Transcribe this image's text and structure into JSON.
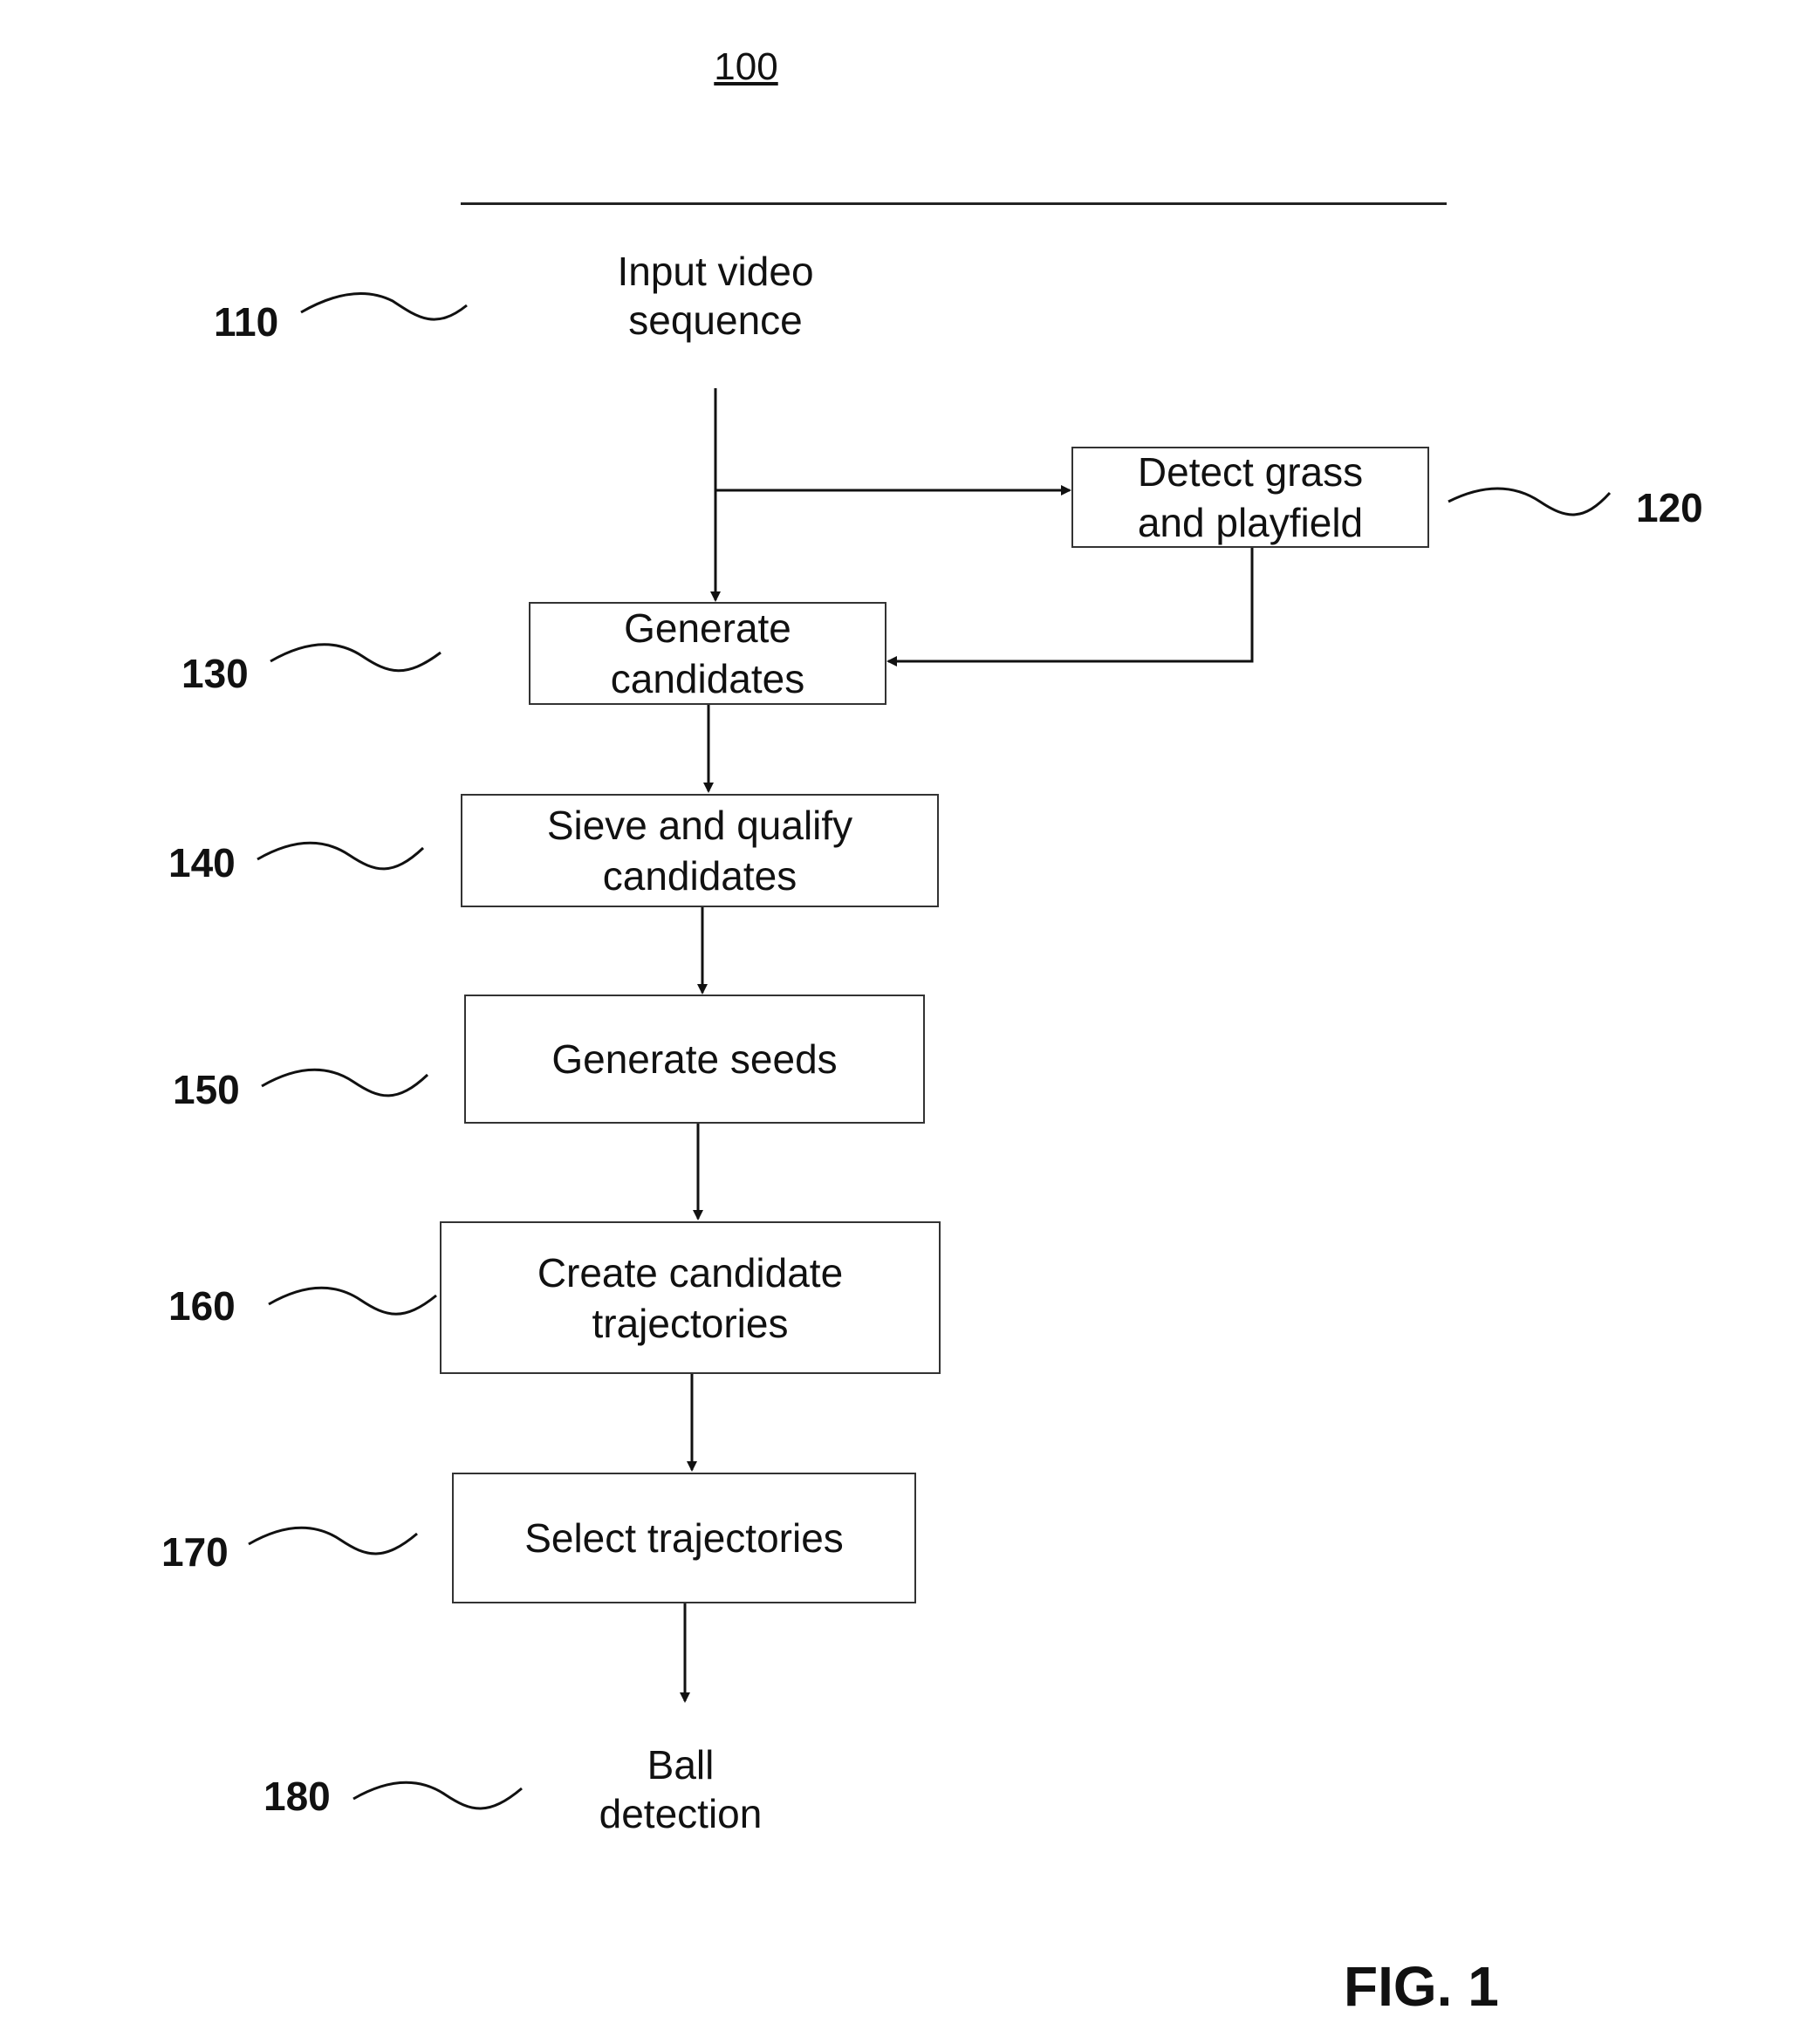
{
  "figure_number": "100",
  "figure_label": "FIG. 1",
  "steps": {
    "s110": {
      "ref": "110",
      "text": "Input video\nsequence"
    },
    "s120": {
      "ref": "120",
      "text": "Detect grass\nand playfield"
    },
    "s130": {
      "ref": "130",
      "text": "Generate\ncandidates"
    },
    "s140": {
      "ref": "140",
      "text": "Sieve and qualify\ncandidates"
    },
    "s150": {
      "ref": "150",
      "text": "Generate seeds"
    },
    "s160": {
      "ref": "160",
      "text": "Create candidate\ntrajectories"
    },
    "s170": {
      "ref": "170",
      "text": "Select trajectories"
    },
    "s180": {
      "ref": "180",
      "text": "Ball\ndetection"
    }
  }
}
